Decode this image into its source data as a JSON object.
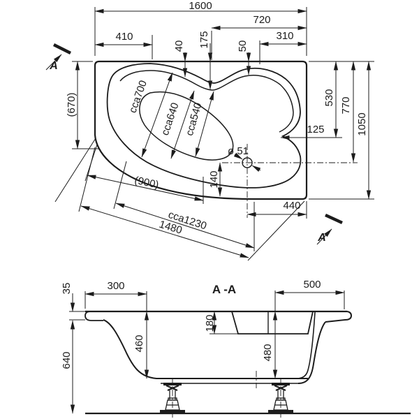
{
  "colors": {
    "line": "#1c1c1c",
    "background": "#ffffff"
  },
  "plan": {
    "section_marker": "A",
    "dims": {
      "overall_length": "1600",
      "left_segment": "410",
      "right_segment": "720",
      "corner_segment": "310",
      "rim_gap_left": "40",
      "rim_gap_center": "175",
      "rim_gap_right": "50",
      "side_edge": "(670)",
      "to_waist": "530",
      "to_drain": "770",
      "overall_width": "1050",
      "waist_inset": "125",
      "well_width_head": "cca700",
      "well_width_mid": "cca640",
      "well_width_foot": "cca540",
      "drain_diameter": "ø 51",
      "drain_offset": "140",
      "floor_length": "(900)",
      "well_length": "cca1230",
      "diagonal_length": "1480",
      "bottom_segment": "440"
    }
  },
  "section": {
    "title": "A -A",
    "dims": {
      "rim_thickness": "35",
      "ledge_left": "300",
      "ledge_right": "500",
      "seat_height": "180",
      "depth_left": "460",
      "depth_right": "480",
      "stand_height": "640"
    }
  }
}
